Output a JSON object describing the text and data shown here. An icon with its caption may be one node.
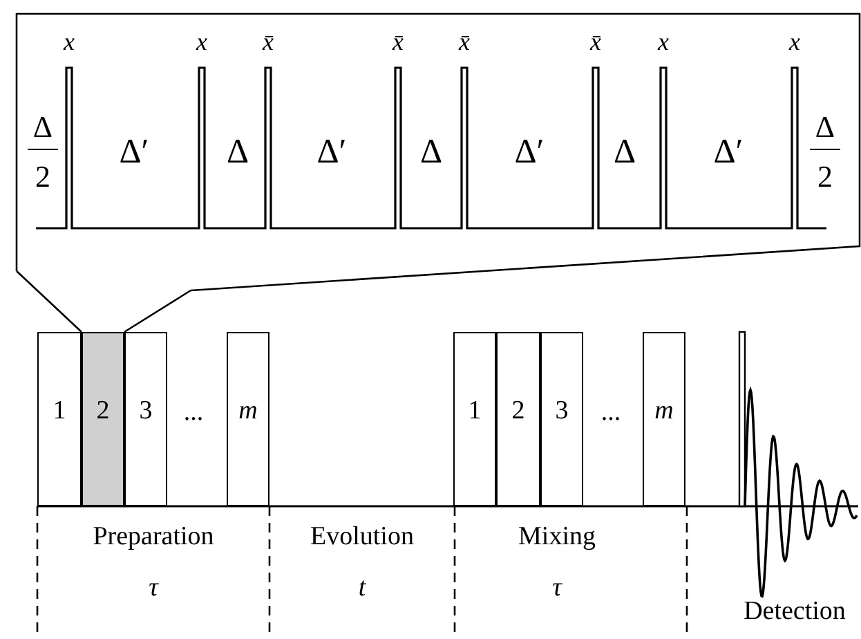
{
  "diagram": {
    "nodes": [
      {
        "text": [
          "x",
          "x",
          "x̄",
          "x̄",
          "x̄",
          "x̄",
          "x",
          "x",
          "Δ",
          "2",
          "Δ′",
          "Δ",
          "Δ′",
          "Δ",
          "Δ′",
          "Δ",
          "Δ′",
          "Δ",
          "2"
        ]
      },
      {
        "text": [
          "1"
        ]
      },
      {
        "text": [
          "2"
        ]
      },
      {
        "text": [
          "3"
        ]
      },
      {
        "text": [
          "m"
        ]
      },
      {
        "text": [
          "1"
        ]
      },
      {
        "text": [
          "2"
        ]
      },
      {
        "text": [
          "3"
        ]
      },
      {
        "text": [
          "m"
        ]
      }
    ],
    "edges": [
      {
        "from": 0,
        "to": 2,
        "arrow": "none"
      }
    ],
    "labels": [
      "...",
      "...",
      "Preparation",
      "Evolution",
      "Mixing",
      "τ",
      "t",
      "τ",
      "Detection"
    ]
  }
}
